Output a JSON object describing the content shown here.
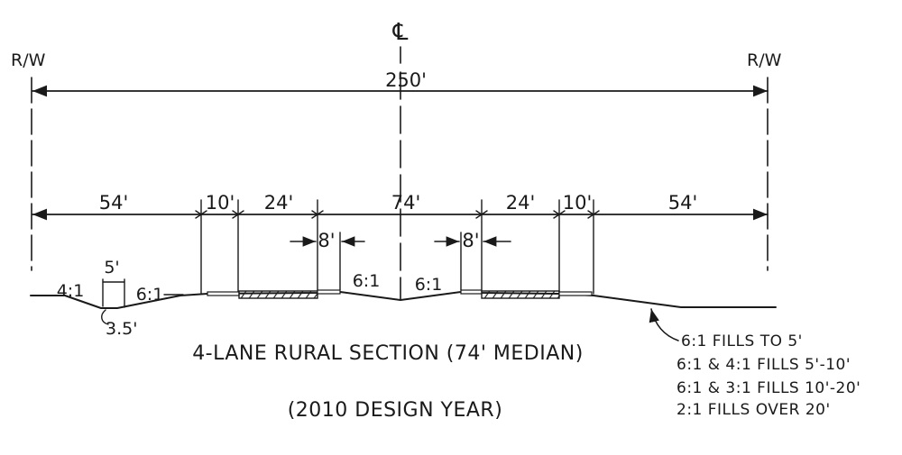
{
  "centerline_symbol": "℄",
  "row_left": "R/W",
  "row_right": "R/W",
  "total_width": "250'",
  "segments": {
    "left_outer": "54'",
    "left_shoulder": "10'",
    "left_lanes": "24'",
    "median": "74'",
    "right_lanes": "24'",
    "right_shoulder": "10'",
    "right_outer": "54'"
  },
  "inner_shoulder_left": "8'",
  "inner_shoulder_right": "8'",
  "ditch": {
    "width": "5'",
    "depth": "3.5'",
    "foreslope": "4:1",
    "backslope": "6:1"
  },
  "median_slope_left": "6:1",
  "median_slope_right": "6:1",
  "title": "4-LANE RURAL SECTION (74' MEDIAN)",
  "subtitle": "(2010 DESIGN YEAR)",
  "fill_notes": [
    "6:1 FILLS TO 5'",
    "6:1 & 4:1 FILLS 5'-10'",
    "6:1 & 3:1 FILLS 10'-20'",
    "2:1 FILLS OVER 20'"
  ]
}
